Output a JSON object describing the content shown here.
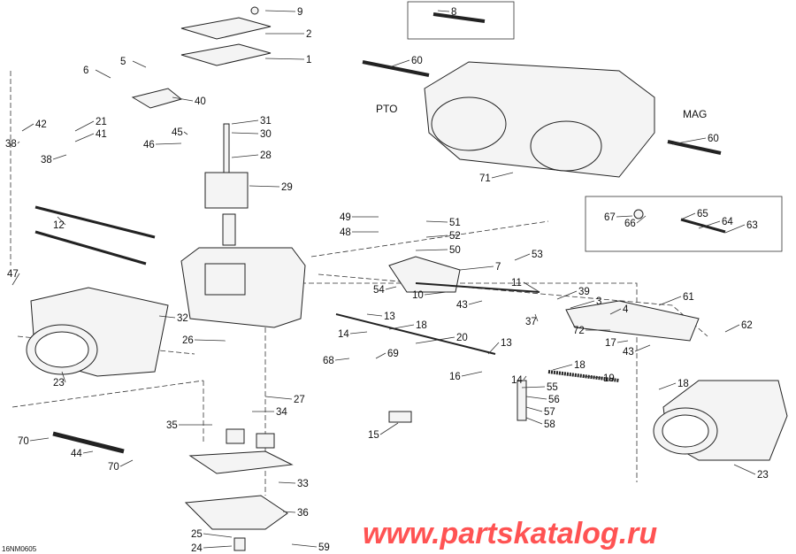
{
  "diagram": {
    "drawing_code": "16NM0605",
    "watermark": "www.partskatalog.ru",
    "side_labels": {
      "pto": "PTO",
      "mag": "MAG"
    },
    "callouts": [
      "9",
      "2",
      "1",
      "5",
      "6",
      "40",
      "42",
      "21",
      "38",
      "41",
      "38",
      "45",
      "31",
      "30",
      "46",
      "28",
      "29",
      "12",
      "47",
      "32",
      "26",
      "23",
      "27",
      "34",
      "35",
      "70",
      "44",
      "70",
      "33",
      "36",
      "25",
      "24",
      "59",
      "8",
      "60",
      "60",
      "71",
      "49",
      "48",
      "51",
      "52",
      "50",
      "7",
      "53",
      "54",
      "10",
      "43",
      "11",
      "39",
      "3",
      "37",
      "4",
      "61",
      "72",
      "62",
      "13",
      "18",
      "14",
      "20",
      "13",
      "17",
      "43",
      "69",
      "68",
      "16",
      "18",
      "19",
      "14",
      "18",
      "55",
      "56",
      "57",
      "58",
      "15",
      "23",
      "67",
      "66",
      "65",
      "64",
      "63"
    ]
  }
}
